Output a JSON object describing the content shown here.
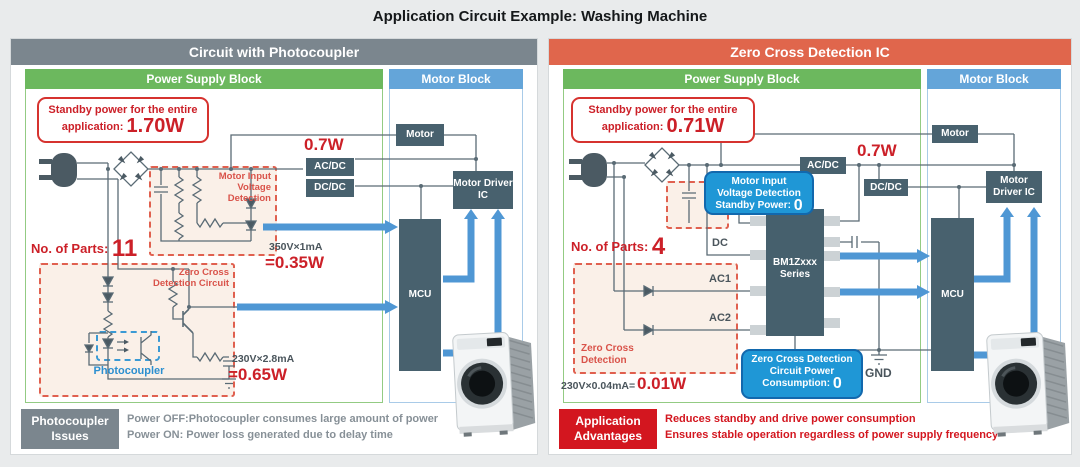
{
  "title": "Application Circuit Example: Washing Machine",
  "colors": {
    "left_header_bg": "#7b868e",
    "right_header_bg": "#e0664c",
    "power_supply_green": "#6cb85e",
    "motor_block_blue": "#64a5d9",
    "component_slate": "#48616e",
    "highlight_red": "#cc2028",
    "callout_blue": "#1f97d6",
    "advantages_red": "#d3161f",
    "wire_gray": "#5a6b75",
    "arrow_blue": "#4f97d4"
  },
  "left": {
    "header": "Circuit with Photocoupler",
    "power_supply_header": "Power Supply Block",
    "motor_block_header": "Motor Block",
    "standby_label": "Standby power for the entire application: ",
    "standby_value": "1.70W",
    "parts_label": "No. of Parts: ",
    "parts_value": "11",
    "mivd_label_lines": [
      "Motor Input",
      "Voltage",
      "Detection"
    ],
    "zcd_label_lines": [
      "Zero Cross",
      "Detection Circuit"
    ],
    "photocoupler_label": "Photocoupler",
    "acdc_power": "0.7W",
    "acdc": "AC/DC",
    "dcdc": "DC/DC",
    "mivd_calc": "350V×1mA",
    "mivd_power": "=0.35W",
    "zcd_calc": "230V×2.8mA",
    "zcd_power": "=0.65W",
    "motor": "Motor",
    "motor_driver": "Motor Driver IC",
    "mcu": "MCU",
    "footer_label": "Photocoupler Issues",
    "footer_lines": [
      "Power OFF:Photocoupler consumes large amount of power",
      "Power ON: Power loss generated due to delay time"
    ]
  },
  "right": {
    "header": "Zero Cross Detection IC",
    "power_supply_header": "Power Supply Block",
    "motor_block_header": "Motor Block",
    "standby_label": "Standby power for the entire application: ",
    "standby_value": "0.71W",
    "parts_label": "No. of Parts: ",
    "parts_value": "4",
    "mivd_box_lines": [
      "Motor Input",
      "Voltage Detection",
      "Standby Power: "
    ],
    "mivd_box_value": "0",
    "zcd_box_lines": [
      "Zero Cross Detection",
      "Circuit Power",
      "Consumption: "
    ],
    "zcd_box_value": "0",
    "zcd_label_lines": [
      "Zero Cross",
      "Detection"
    ],
    "chip_lines": [
      "BM1Zxxx",
      "Series"
    ],
    "dc": "DC",
    "ac1": "AC1",
    "ac2": "AC2",
    "gnd": "GND",
    "acdc_power": "0.7W",
    "acdc": "AC/DC",
    "dcdc": "DC/DC",
    "zcd_calc": "230V×0.04mA=",
    "zcd_power": "0.01W",
    "motor": "Motor",
    "motor_driver": "Motor Driver IC",
    "mcu": "MCU",
    "footer_label": "Application Advantages",
    "footer_lines": [
      "Reduces standby and drive power consumption",
      "Ensures stable operation regardless of power supply frequency"
    ]
  }
}
